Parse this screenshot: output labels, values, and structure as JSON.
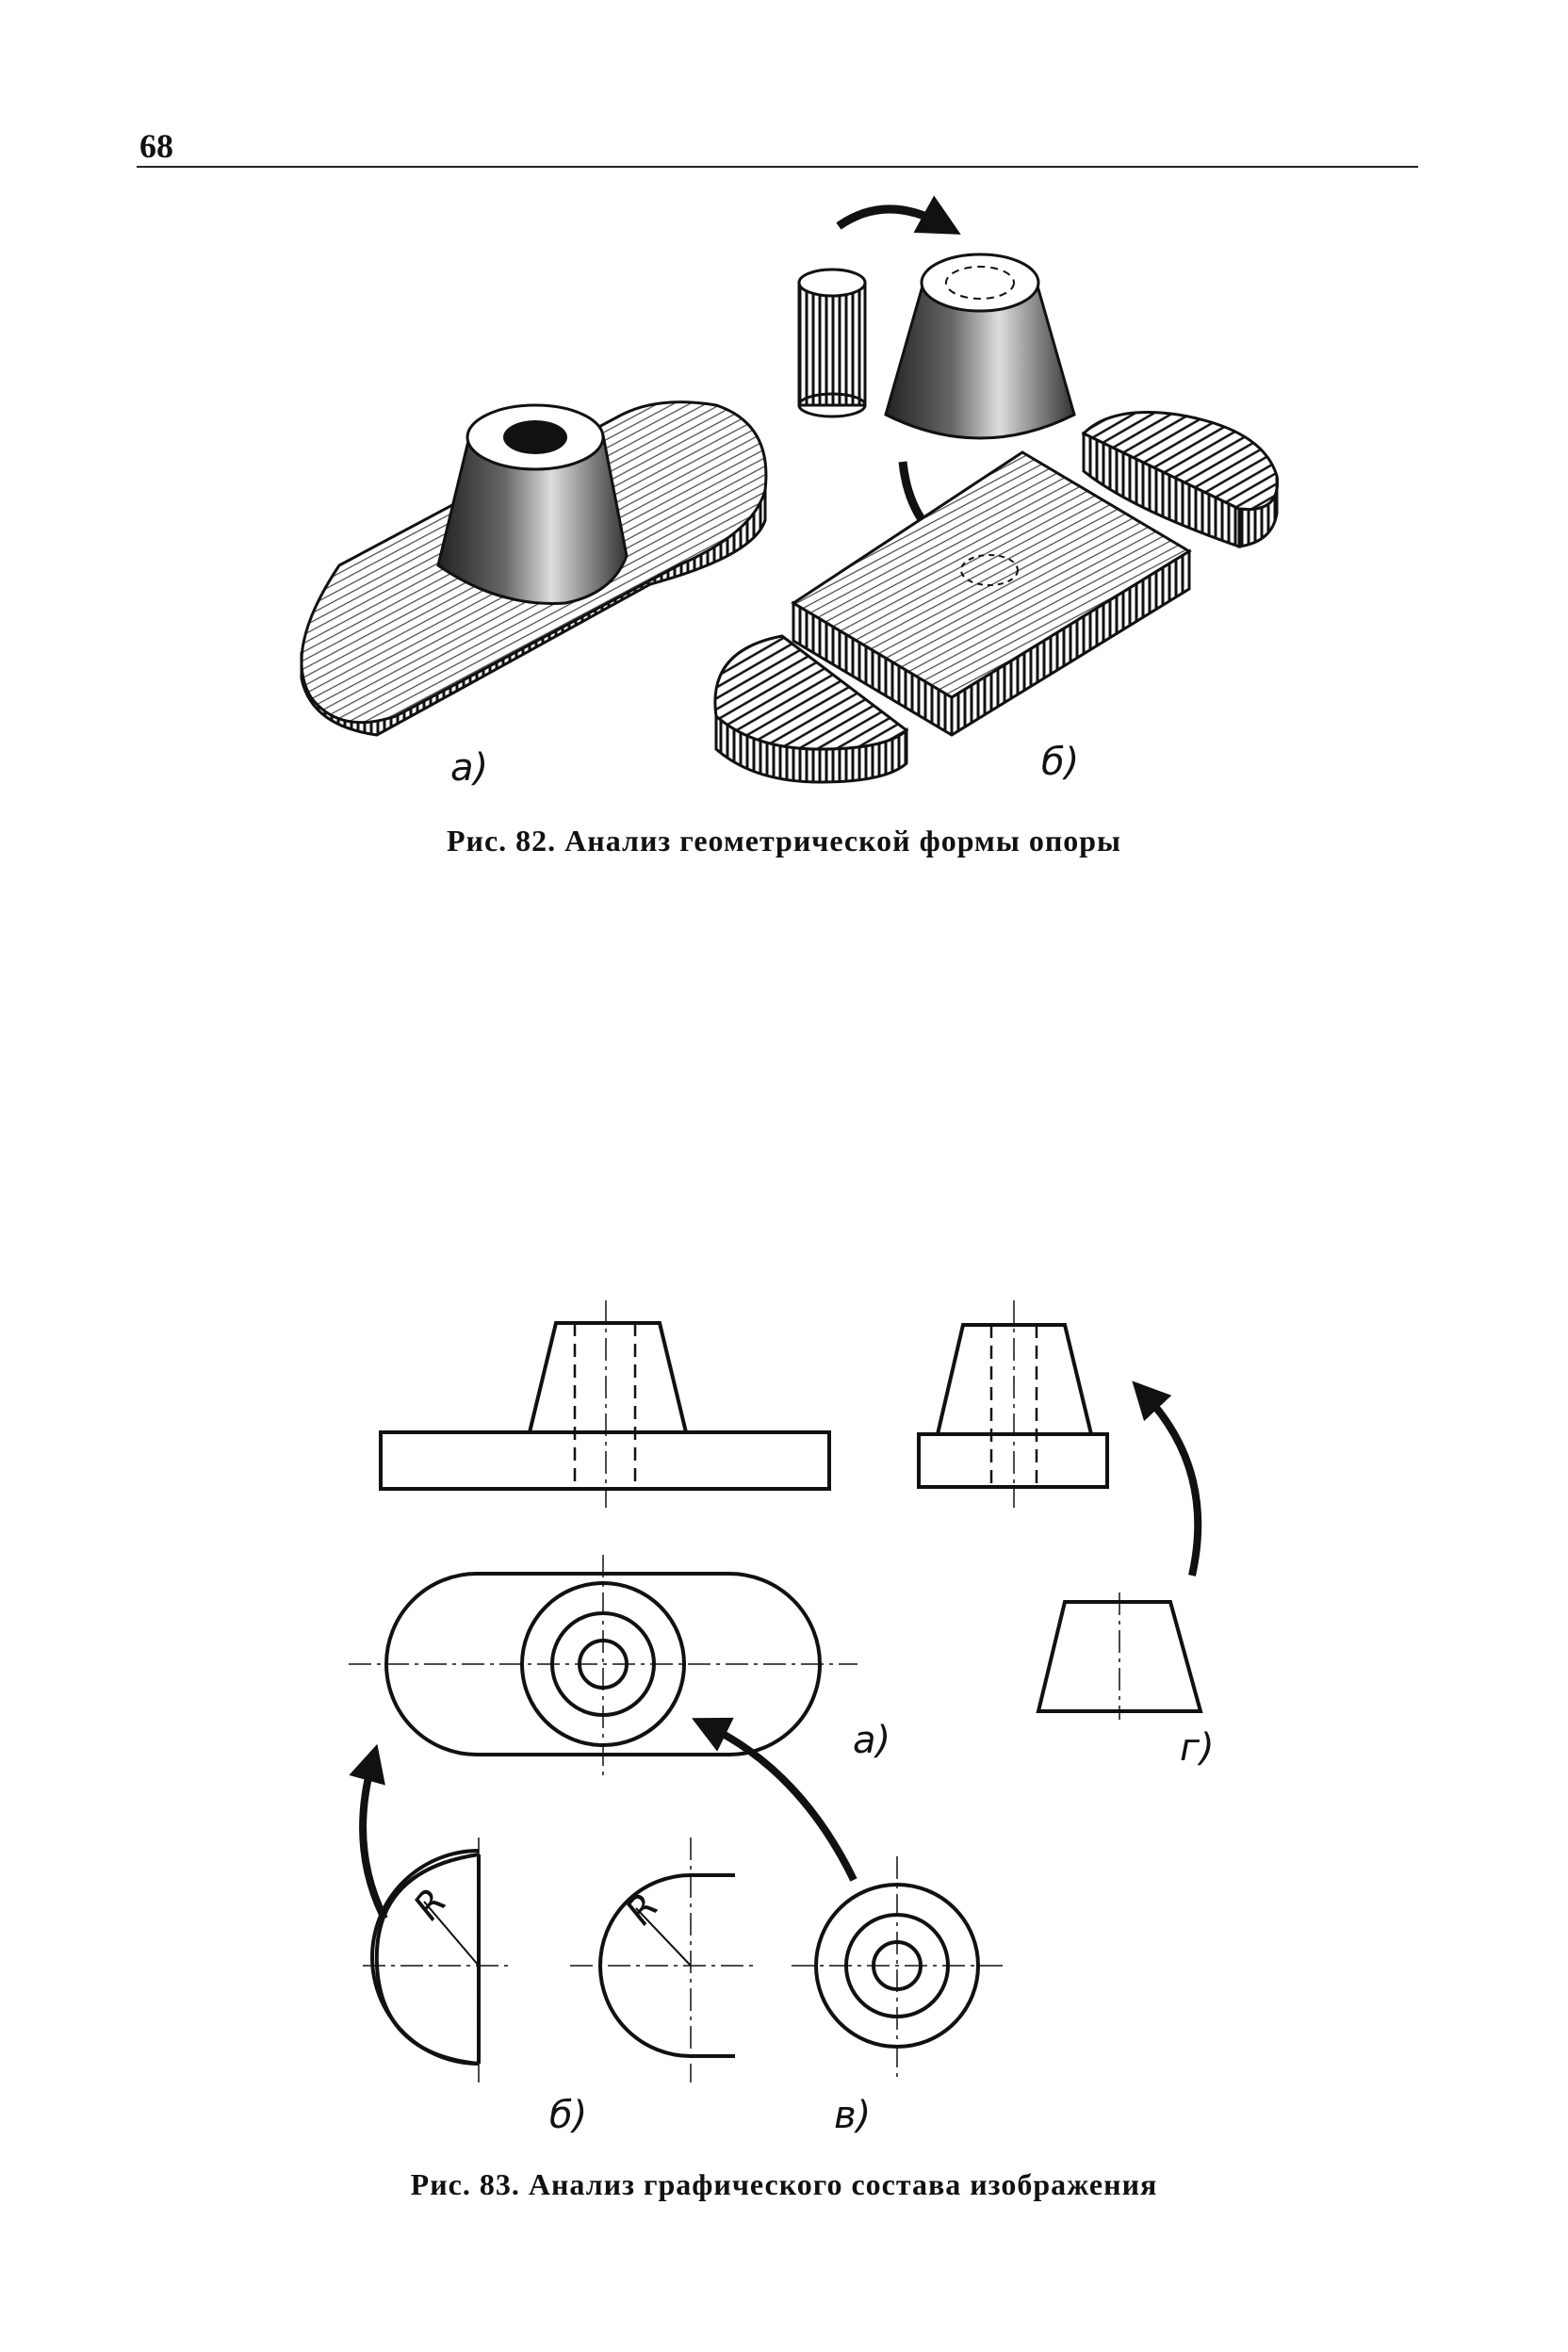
{
  "page": {
    "number": "68"
  },
  "figure82": {
    "caption": "Рис. 82. Анализ геометрической формы опоры",
    "labels": {
      "a": "а)",
      "b": "б)"
    }
  },
  "figure83": {
    "caption": "Рис. 83. Анализ графического состава изображения",
    "labels": {
      "a": "а)",
      "b": "б)",
      "v": "в)",
      "g": "г)"
    },
    "dimension_label": "R"
  }
}
